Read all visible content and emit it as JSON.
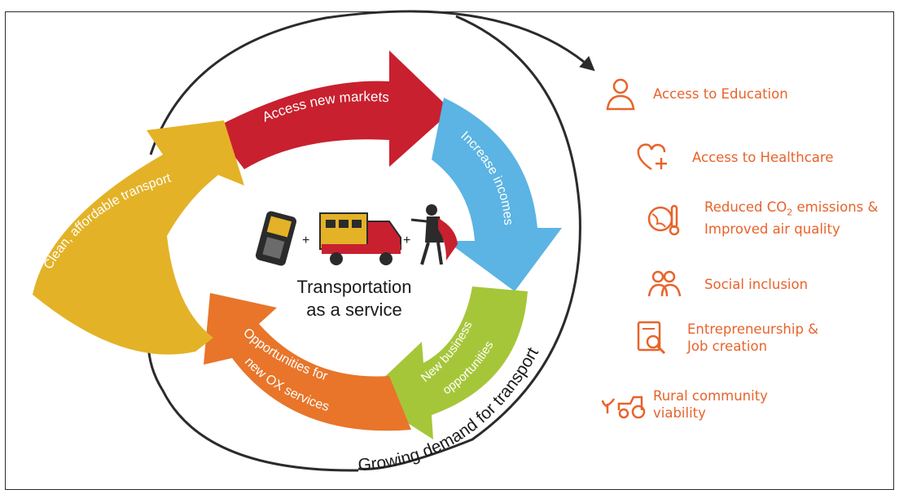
{
  "center": {
    "line1": "Transportation",
    "line2": "as a service",
    "plus": "+"
  },
  "cycle": {
    "segments": [
      {
        "label": "Access new markets",
        "color": "#c8202f"
      },
      {
        "label": "Increase incomes",
        "color": "#5bb4e3"
      },
      {
        "label_line1": "New business",
        "label_line2": "opportunities",
        "color": "#a6c63a"
      },
      {
        "label_line1": "Opportunities for",
        "label_line2": "new OX services",
        "color": "#e8752a"
      },
      {
        "label": "Clean, affordable transport",
        "color": "#e3b227"
      }
    ]
  },
  "outer_arrow_label": "Growing demand for transport",
  "benefits": {
    "items": [
      {
        "icon": "person-icon",
        "label": "Access to Education"
      },
      {
        "icon": "heart-plus-icon",
        "label": "Access to Healthcare"
      },
      {
        "icon": "globe-thermometer-icon",
        "line1_pre": "Reduced CO",
        "line1_sub": "2",
        "line1_post": " emissions &",
        "line2": "Improved air quality"
      },
      {
        "icon": "people-icon",
        "label": "Social inclusion"
      },
      {
        "icon": "document-search-icon",
        "line1": "Entrepreneurship &",
        "line2": "Job creation"
      },
      {
        "icon": "plant-tractor-icon",
        "line1": "Rural community",
        "line2": "viability"
      }
    ]
  },
  "colors": {
    "accent": "#e8632b",
    "outline": "#2b2b2b",
    "text": "#1a1a1a"
  }
}
